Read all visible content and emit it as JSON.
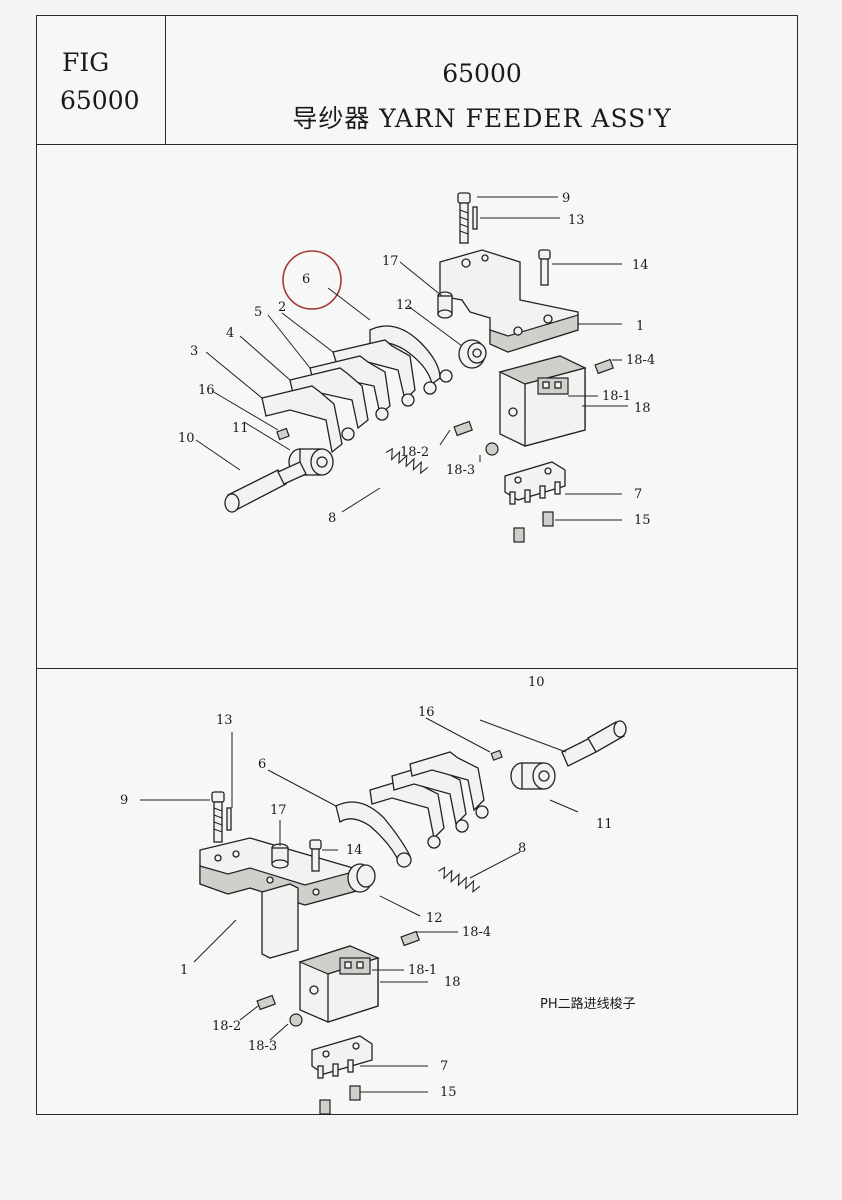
{
  "header": {
    "fig_label": "FIG",
    "fig_number": "65000",
    "title_number": "65000",
    "title_text": "导纱器 YARN FEEDER ASS'Y"
  },
  "top_diagram": {
    "labels": {
      "p9": "9",
      "p13": "13",
      "p14": "14",
      "p17": "17",
      "p6": "6",
      "p12": "12",
      "p1": "1",
      "p2": "2",
      "p5": "5",
      "p4": "4",
      "p3": "3",
      "p16": "16",
      "p11": "11",
      "p10": "10",
      "p18_4": "18-4",
      "p18_1": "18-1",
      "p18": "18",
      "p18_2": "18-2",
      "p18_3": "18-3",
      "p7": "7",
      "p15": "15",
      "p8": "8"
    },
    "highlight_color": "#a33a3a"
  },
  "bottom_diagram": {
    "caption": "PH二路进线梭子",
    "labels": {
      "p10": "10",
      "p16": "16",
      "p13": "13",
      "p6": "6",
      "p11": "11",
      "p9": "9",
      "p17": "17",
      "p14": "14",
      "p8": "8",
      "p12": "12",
      "p18_4": "18-4",
      "p1": "1",
      "p18_1": "18-1",
      "p18": "18",
      "p18_2": "18-2",
      "p18_3": "18-3",
      "p7": "7",
      "p15": "15"
    }
  }
}
